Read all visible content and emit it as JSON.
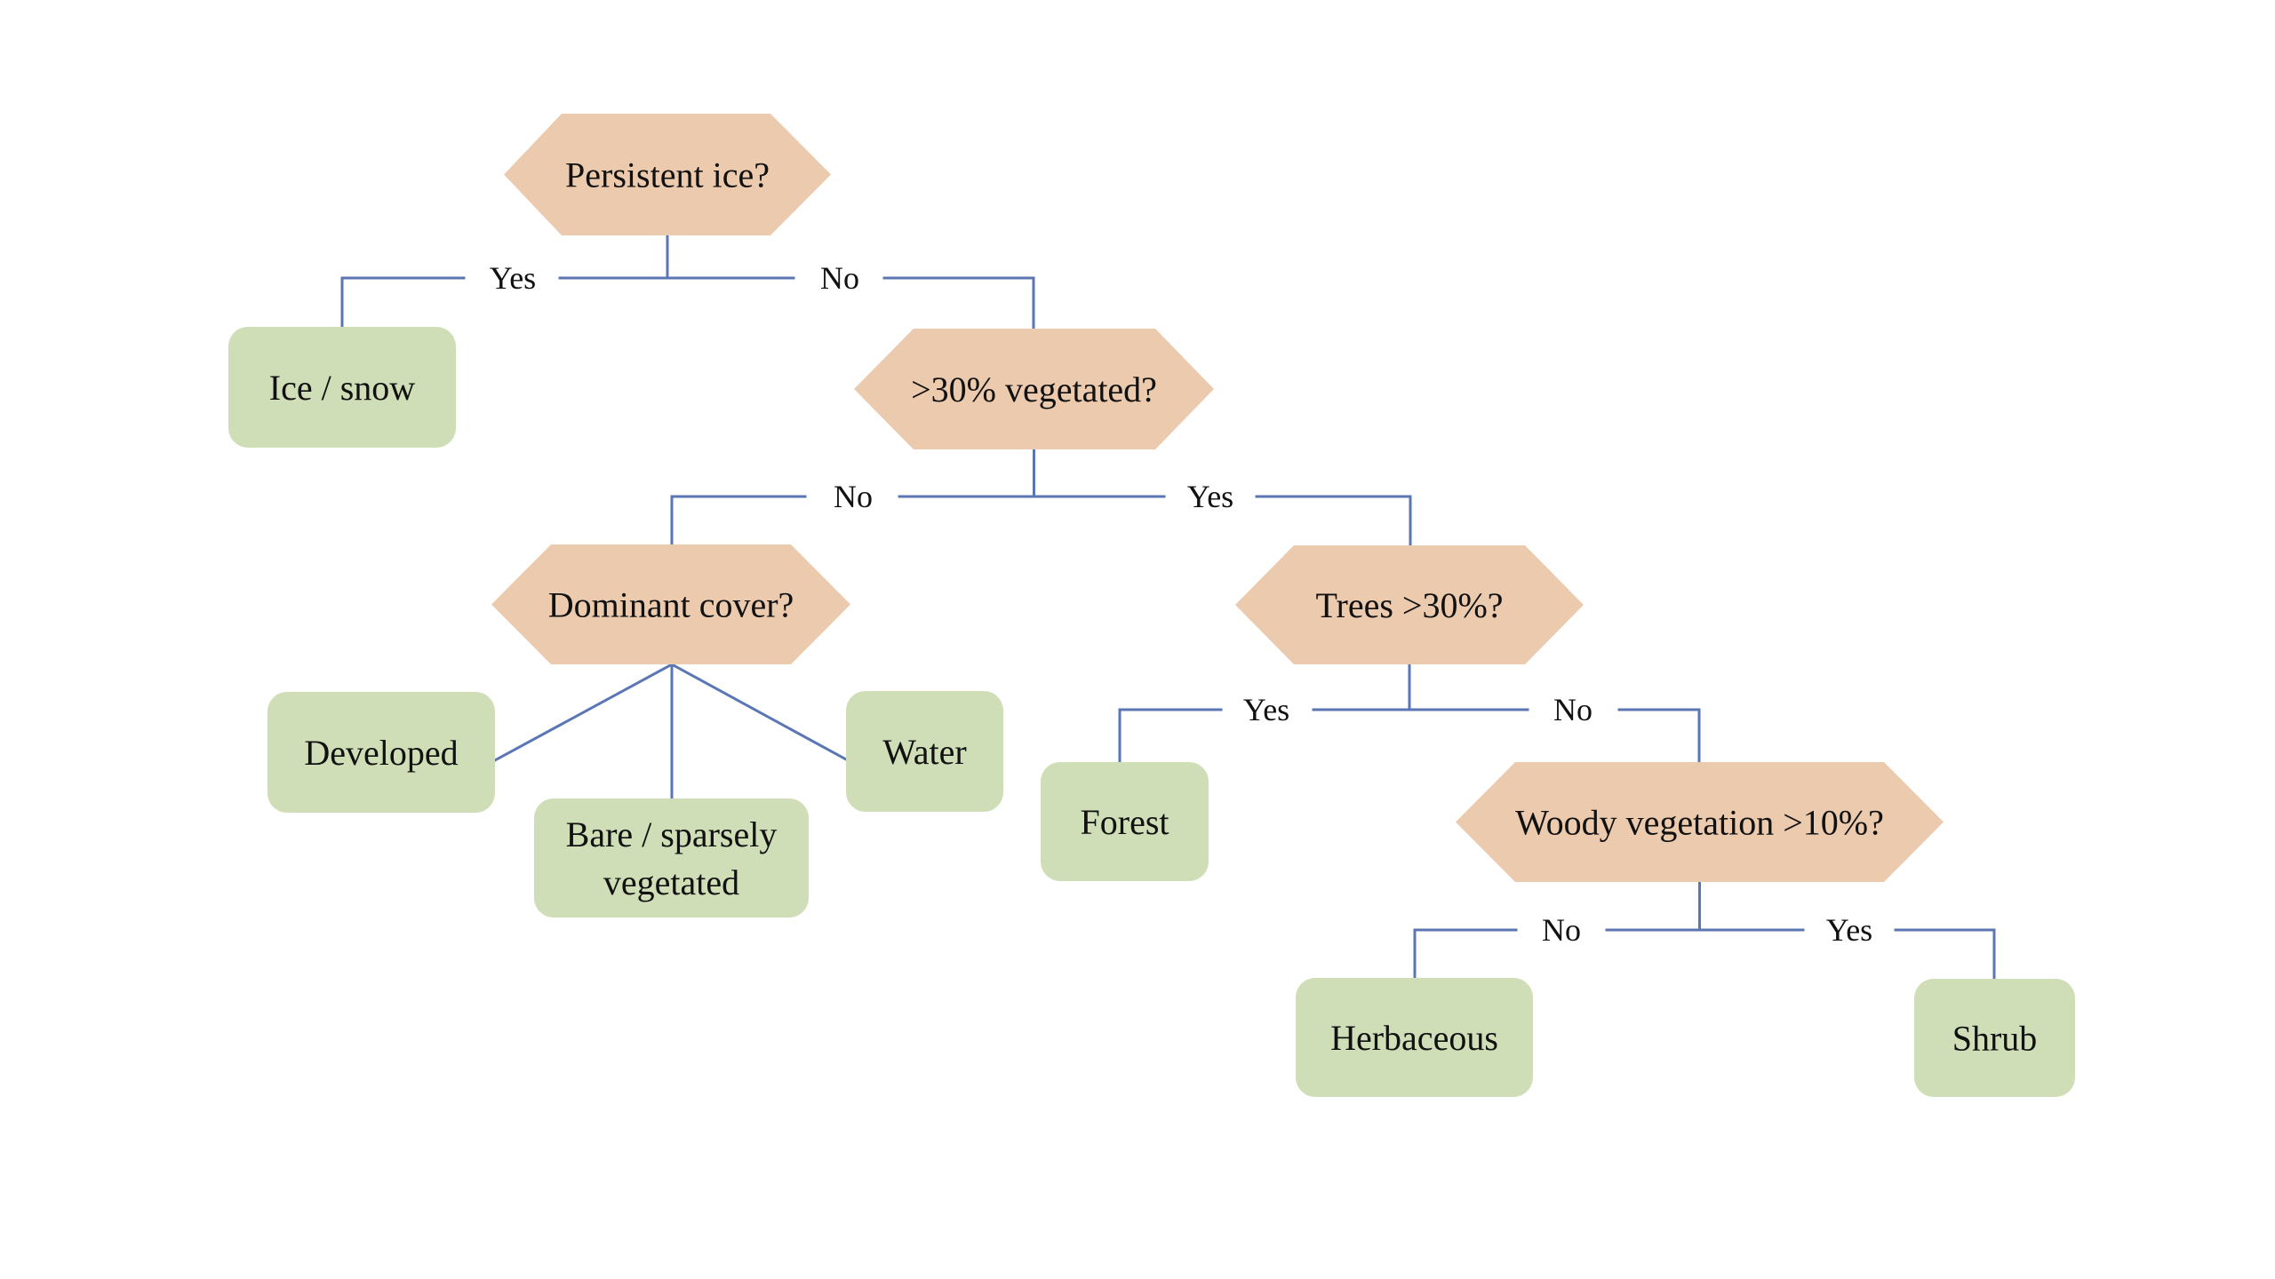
{
  "diagram": {
    "type": "decision-tree",
    "colors": {
      "decision_fill": "#EBCAAE",
      "leaf_fill": "#CFDEB6",
      "connector": "#5B76B5",
      "text": "#111111",
      "background": "#FFFFFF"
    },
    "nodes": [
      {
        "id": "q_ice",
        "kind": "decision",
        "label": [
          "Persistent ice?"
        ]
      },
      {
        "id": "leaf_ice",
        "kind": "leaf",
        "label": [
          "Ice / snow"
        ]
      },
      {
        "id": "q_veg",
        "kind": "decision",
        "label": [
          ">30% vegetated?"
        ]
      },
      {
        "id": "q_dominant",
        "kind": "decision",
        "label": [
          "Dominant cover?"
        ]
      },
      {
        "id": "leaf_developed",
        "kind": "leaf",
        "label": [
          "Developed"
        ]
      },
      {
        "id": "leaf_bare",
        "kind": "leaf",
        "label": [
          "Bare / sparsely",
          "vegetated"
        ]
      },
      {
        "id": "leaf_water",
        "kind": "leaf",
        "label": [
          "Water"
        ]
      },
      {
        "id": "q_trees",
        "kind": "decision",
        "label": [
          "Trees >30%?"
        ]
      },
      {
        "id": "leaf_forest",
        "kind": "leaf",
        "label": [
          "Forest"
        ]
      },
      {
        "id": "q_woody",
        "kind": "decision",
        "label": [
          "Woody vegetation >10%?"
        ]
      },
      {
        "id": "leaf_herbaceous",
        "kind": "leaf",
        "label": [
          "Herbaceous"
        ]
      },
      {
        "id": "leaf_shrub",
        "kind": "leaf",
        "label": [
          "Shrub"
        ]
      }
    ],
    "edges": [
      {
        "from": "q_ice",
        "to": "leaf_ice",
        "label": "Yes"
      },
      {
        "from": "q_ice",
        "to": "q_veg",
        "label": "No"
      },
      {
        "from": "q_veg",
        "to": "q_dominant",
        "label": "No"
      },
      {
        "from": "q_veg",
        "to": "q_trees",
        "label": "Yes"
      },
      {
        "from": "q_dominant",
        "to": "leaf_developed",
        "label": ""
      },
      {
        "from": "q_dominant",
        "to": "leaf_bare",
        "label": ""
      },
      {
        "from": "q_dominant",
        "to": "leaf_water",
        "label": ""
      },
      {
        "from": "q_trees",
        "to": "leaf_forest",
        "label": "Yes"
      },
      {
        "from": "q_trees",
        "to": "q_woody",
        "label": "No"
      },
      {
        "from": "q_woody",
        "to": "leaf_herbaceous",
        "label": "No"
      },
      {
        "from": "q_woody",
        "to": "leaf_shrub",
        "label": "Yes"
      }
    ]
  }
}
